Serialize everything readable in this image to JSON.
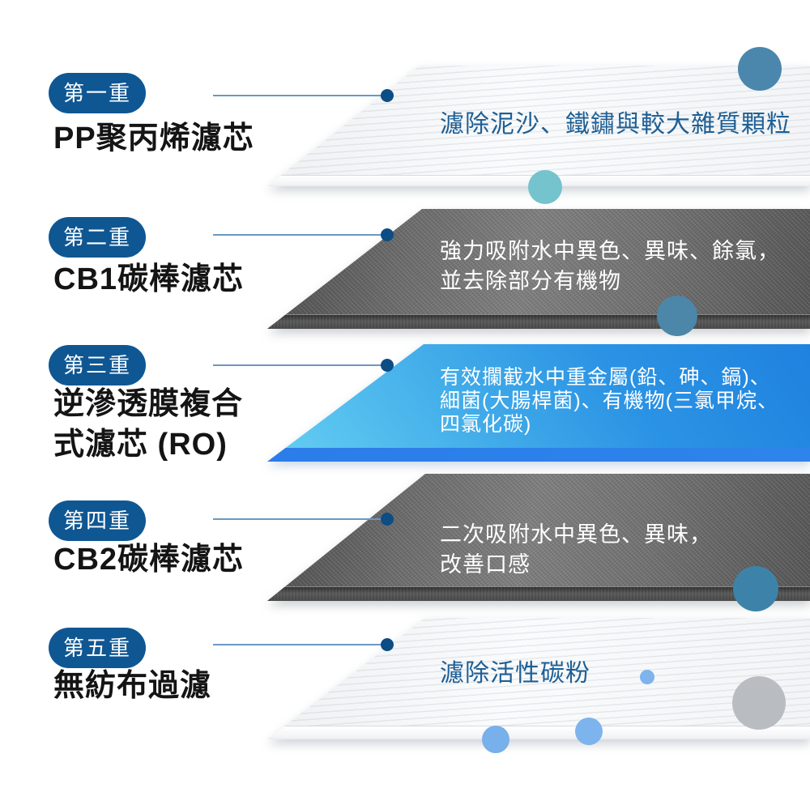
{
  "stages": [
    {
      "badge_label": "第一重",
      "title_lines": [
        "PP聚丙烯濾芯"
      ],
      "description_lines": [
        "濾除泥沙、鐵鏽與較大雜質顆粒"
      ],
      "layer_type": "pp-white-striped",
      "description_color": "#1e5f95"
    },
    {
      "badge_label": "第二重",
      "title_lines": [
        "CB1碳棒濾芯"
      ],
      "description_lines": [
        "強力吸附水中異色、異味、餘氯，",
        "並去除部分有機物"
      ],
      "layer_type": "carbon-gray-textured",
      "description_color": "#ffffff"
    },
    {
      "badge_label": "第三重",
      "title_lines": [
        "逆滲透膜複合",
        "式濾芯 (RO)"
      ],
      "description_lines": [
        "有效攔截水中重金屬(鉛、砷、鎘)、",
        "細菌(大腸桿菌)、有機物(三氯甲烷、",
        "四氯化碳)"
      ],
      "layer_type": "ro-blue-gradient",
      "description_color": "#ffffff"
    },
    {
      "badge_label": "第四重",
      "title_lines": [
        "CB2碳棒濾芯"
      ],
      "description_lines": [
        "二次吸附水中異色、異味，",
        "改善口感"
      ],
      "layer_type": "carbon-gray-textured",
      "description_color": "#ffffff"
    },
    {
      "badge_label": "第五重",
      "title_lines": [
        "無紡布過濾"
      ],
      "description_lines": [
        "濾除活性碳粉"
      ],
      "layer_type": "nonwoven-white",
      "description_color": "#1e5f95"
    }
  ],
  "colors": {
    "badge_background": "#0f5793",
    "badge_text": "#ffffff",
    "title_text": "#141414",
    "connector_line": "#6b98c2",
    "connector_dot": "#0d4d85",
    "blue_description_text": "#1e5f95",
    "ro_gradient_start": "#66d0f3",
    "ro_gradient_end": "#1f82df",
    "ro_front_edge": "#2b7de9",
    "bubble_steel_blue": "#4b87ac",
    "bubble_teal": "#74c3cd",
    "bubble_light_blue": "#7db4ed",
    "bubble_gray": "#b9bcc0"
  }
}
